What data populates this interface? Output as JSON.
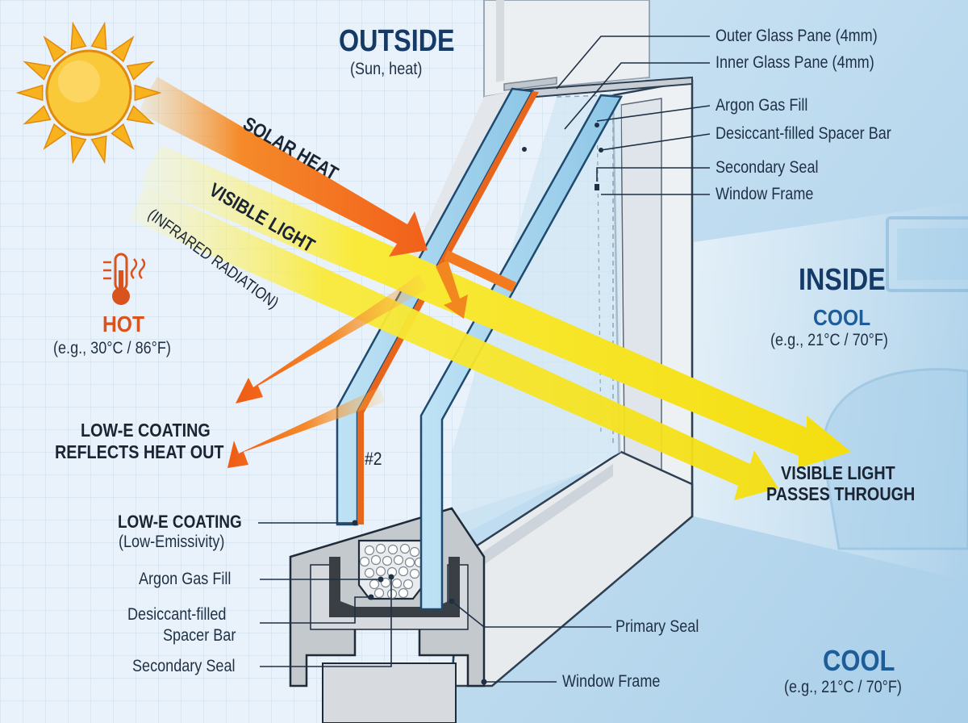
{
  "zones": {
    "outside_title": "OUTSIDE",
    "outside_sub": "(Sun, heat)",
    "inside_title": "INSIDE",
    "inside_cool": "COOL",
    "inside_temp": "(e.g., 21°C / 70°F)",
    "hot": "HOT",
    "hot_temp": "(e.g., 30°C / 86°F)",
    "bottom_cool": "COOL",
    "bottom_temp": "(e.g., 21°C / 70°F)"
  },
  "arrows": {
    "solar_heat": "SOLAR HEAT",
    "visible_light": "VISIBLE LIGHT",
    "infrared": "(INFRARED RADIATION)",
    "reflects_line1": "LOW-E COATING",
    "reflects_line2": "REFLECTS HEAT OUT",
    "passes_line1": "VISIBLE LIGHT",
    "passes_line2": "PASSES THROUGH"
  },
  "surface_marker": "#2",
  "right_callouts": [
    "Outer Glass Pane (4mm)",
    "Inner Glass Pane (4mm)",
    "Argon Gas Fill",
    "Desiccant-filled Spacer Bar",
    "Secondary Seal",
    "Window Frame"
  ],
  "left_callouts": {
    "lowe_title": "LOW-E COATING",
    "lowe_sub": "(Low-Emissivity)",
    "argon": "Argon Gas Fill",
    "desiccant_line1": "Desiccant-filled",
    "desiccant_line2": "Spacer Bar",
    "secondary": "Secondary Seal"
  },
  "bottom_callouts": {
    "primary_seal": "Primary Seal",
    "window_frame": "Window Frame"
  },
  "colors": {
    "sun": "#f7b21e",
    "heat_arrow": "#f26a1b",
    "light_arrow": "#f6e21a",
    "glass": "#a9d6ef",
    "lowe_coating": "#e8661c",
    "frame": "#e9ecef",
    "background_outside": "#e6f1fa",
    "background_inside": "#b9daef"
  }
}
